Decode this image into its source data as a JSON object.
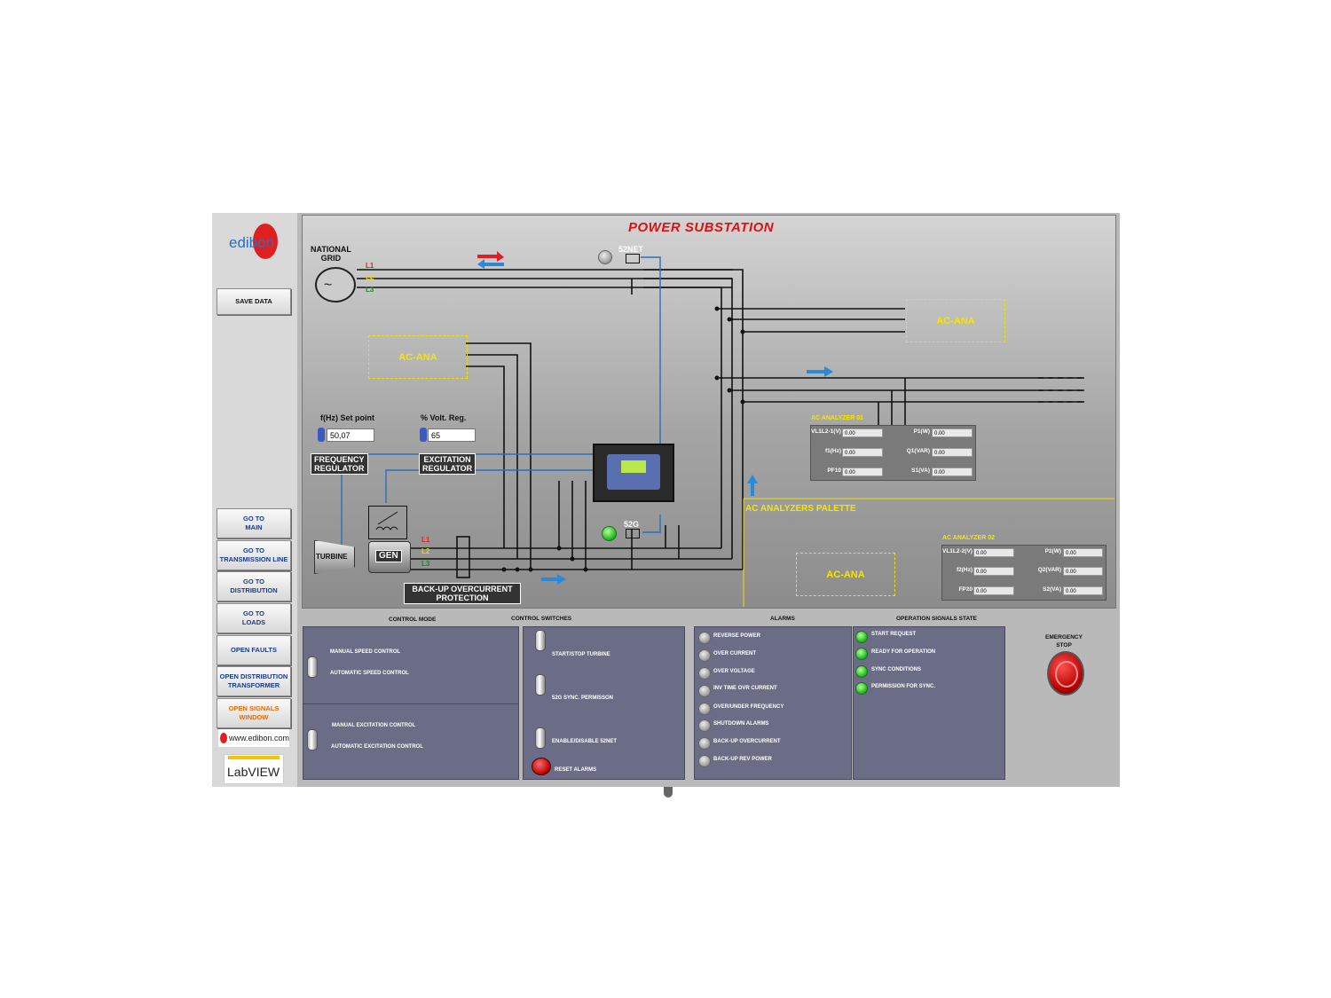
{
  "title": "POWER SUBSTATION",
  "sidebar": {
    "save_data": "SAVE DATA",
    "go_main": "GO TO\nMAIN",
    "go_transmission": "GO TO\nTRANSMISSION LINE",
    "go_distribution": "GO TO\nDISTRIBUTION",
    "go_loads": "GO TO\nLOADS",
    "open_faults": "OPEN FAULTS",
    "open_dist_transformer": "OPEN  DISTRIBUTION\nTRANSFORMER",
    "open_signals": "OPEN SIGNALS WINDOW",
    "website": "www.edibon.com",
    "labview": "LabVIEW",
    "logo": "edibon"
  },
  "diagram": {
    "national_grid": "NATIONAL\nGRID",
    "phase_labels": [
      "L1",
      "L2",
      "L3"
    ],
    "breaker_net": "52NET",
    "breaker_gen": "52G",
    "ac_ana": "AC-ANA",
    "freq_setpoint_label": "f(Hz) Set point",
    "freq_setpoint_value": "50,07",
    "volt_reg_label": "% Volt. Reg.",
    "volt_reg_value": "65",
    "frequency_regulator": "FREQUENCY\nREGULATOR",
    "excitation_regulator": "EXCITATION\nREGULATOR",
    "turbine": "TURBINE",
    "gen": "GEN",
    "backup_protection": "BACK-UP OVERCURRENT\nPROTECTION",
    "ac_analyzers_palette": "AC ANALYZERS PALETTE"
  },
  "analyzer1": {
    "title": "AC ANALYZER 01",
    "left": [
      {
        "label": "VL1L2-1(V)",
        "value": "0.00"
      },
      {
        "label": "f1(Hz)",
        "value": "0.00"
      },
      {
        "label": "PF10",
        "value": "0.00"
      }
    ],
    "right": [
      {
        "label": "P1(W)",
        "value": "0.00"
      },
      {
        "label": "Q1(VAR)",
        "value": "0.00"
      },
      {
        "label": "S1(VA)",
        "value": "0.00"
      }
    ]
  },
  "analyzer2": {
    "title": "AC ANALYZER 02",
    "left": [
      {
        "label": "VL1L2-2(V)",
        "value": "0.00"
      },
      {
        "label": "f2(Hz)",
        "value": "0.00"
      },
      {
        "label": "FP20",
        "value": "0.00"
      }
    ],
    "right": [
      {
        "label": "P2(W)",
        "value": "0.00"
      },
      {
        "label": "Q2(VAR)",
        "value": "0.00"
      },
      {
        "label": "S2(VA)",
        "value": "0.00"
      }
    ]
  },
  "control_mode": {
    "header": "CONTROL MODE",
    "manual_speed": "MANUAL SPEED CONTROL",
    "auto_speed": "AUTOMATIC SPEED CONTROL",
    "manual_exc": "MANUAL EXCITATION CONTROL",
    "auto_exc": "AUTOMATIC EXCITATION CONTROL"
  },
  "control_switches": {
    "header": "CONTROL SWITCHES",
    "start_stop": "START/STOP TURBINE",
    "sync_perm": "52G SYNC. PERMISSON",
    "enable_net": "ENABLE/DISABLE 52NET",
    "reset": "RESET ALARMS"
  },
  "alarms": {
    "header": "ALARMS",
    "items": [
      "REVERSE POWER",
      "OVER CURRENT",
      "OVER VOLTAGE",
      "INV TIME OVR CURRENT",
      "OVER/UNDER FREQUENCY",
      "SHUTDOWN ALARMS",
      "BACK-UP OVERCURRENT",
      "BACK-UP REV POWER"
    ]
  },
  "signals": {
    "header": "OPERATION SIGNALS STATE",
    "items": [
      "START REQUEST",
      "READY FOR OPERATION",
      "SYNC CONDITIONS",
      "PERMISSION FOR SYNC."
    ]
  },
  "emergency": "EMERGENCY\nSTOP"
}
